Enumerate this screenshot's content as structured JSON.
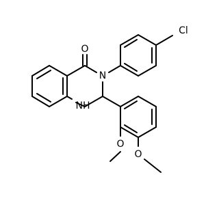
{
  "molecule": {
    "atoms": {
      "chlorine": "Cl",
      "carbonyl_oxygen": "O",
      "ring_nitrogen": "N",
      "amine": "NH",
      "hydrogen": "H",
      "methoxy_oxygen_1": "O",
      "methoxy_oxygen_2": "O"
    },
    "colors": {
      "bond": "#000000",
      "label": "#000000",
      "background": "#ffffff"
    }
  }
}
